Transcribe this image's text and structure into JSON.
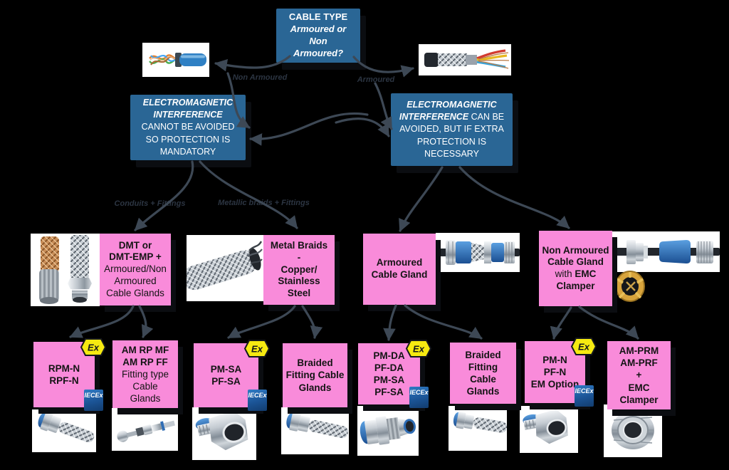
{
  "palette": {
    "blue": "#2a6695",
    "pink": "#f98bda",
    "arrow": "#3d4855",
    "ex_yellow": "#f6ea11",
    "iecex_blue": "#1b5496",
    "background": "#000000"
  },
  "top_box": {
    "title": "CABLE TYPE",
    "subtitle": "Armoured or Non Armoured?"
  },
  "branch_labels": {
    "non_armoured": "Non Armoured",
    "armoured": "Armoured",
    "conduits": "Conduits + Fittings",
    "metallic": "Metallic braids + Fittings"
  },
  "emi_left": {
    "emphasis": "ELECTROMAGNETIC INTERFERENCE",
    "rest": " CANNOT BE AVOIDED SO PROTECTION IS MANDATORY"
  },
  "emi_right": {
    "emphasis": "ELECTROMAGNETIC INTERFERENCE",
    "rest": " CAN BE AVOIDED, BUT IF EXTRA PROTECTION IS NECESSARY"
  },
  "mid": {
    "dmt": {
      "bold": [
        "DMT or",
        "DMT-EMP +"
      ],
      "rest": [
        "Armoured/Non",
        "Armoured",
        "Cable Glands"
      ]
    },
    "metal_braids": {
      "lines": [
        "Metal Braids",
        "-",
        "Copper/",
        "Stainless",
        "Steel"
      ]
    },
    "armoured": {
      "lines": [
        "Armoured",
        "Cable Gland"
      ]
    },
    "non_armoured": {
      "bold1": [
        "Non Armoured",
        "Cable Gland"
      ],
      "with": "with",
      "emc": "EMC",
      "clamper": "Clamper"
    }
  },
  "leaves": [
    {
      "name": [
        "RPM-N",
        "RPF-N"
      ],
      "badges": [
        "ex",
        "iecex"
      ]
    },
    {
      "bold": [
        "AM RP MF",
        "AM RP FF"
      ],
      "rest": [
        "Fitting type",
        "Cable",
        "Glands"
      ]
    },
    {
      "name": [
        "PM-SA",
        "PF-SA"
      ],
      "badges": [
        "ex",
        "iecex"
      ]
    },
    {
      "name": [
        "Braided",
        "Fitting Cable",
        "Glands"
      ]
    },
    {
      "name": [
        "PM-DA",
        "PF-DA",
        "PM-SA",
        "PF-SA"
      ],
      "badges": [
        "ex",
        "iecex"
      ]
    },
    {
      "name": [
        "Braided",
        "Fitting",
        "Cable",
        "Glands"
      ]
    },
    {
      "name": [
        "PM-N",
        "PF-N",
        "EM Option"
      ],
      "badges": [
        "ex",
        "iecex"
      ]
    },
    {
      "name": [
        "AM-PRM",
        "AM-PRF",
        "+",
        "EMC",
        "Clamper"
      ]
    }
  ],
  "badges": {
    "ex_label": "Ex",
    "iecex_label": "IECEx"
  }
}
